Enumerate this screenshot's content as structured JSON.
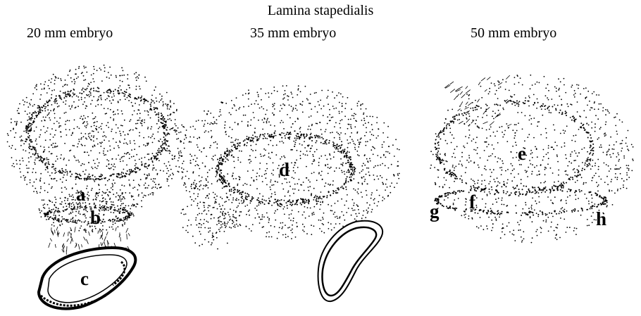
{
  "title": "Lamina stapedialis",
  "captions": [
    "20 mm embryo",
    "35 mm embryo",
    "50 mm embryo"
  ],
  "labels": {
    "a": "a",
    "b": "b",
    "c": "c",
    "d": "d",
    "e": "e",
    "f": "f",
    "g": "g",
    "h": "h"
  }
}
